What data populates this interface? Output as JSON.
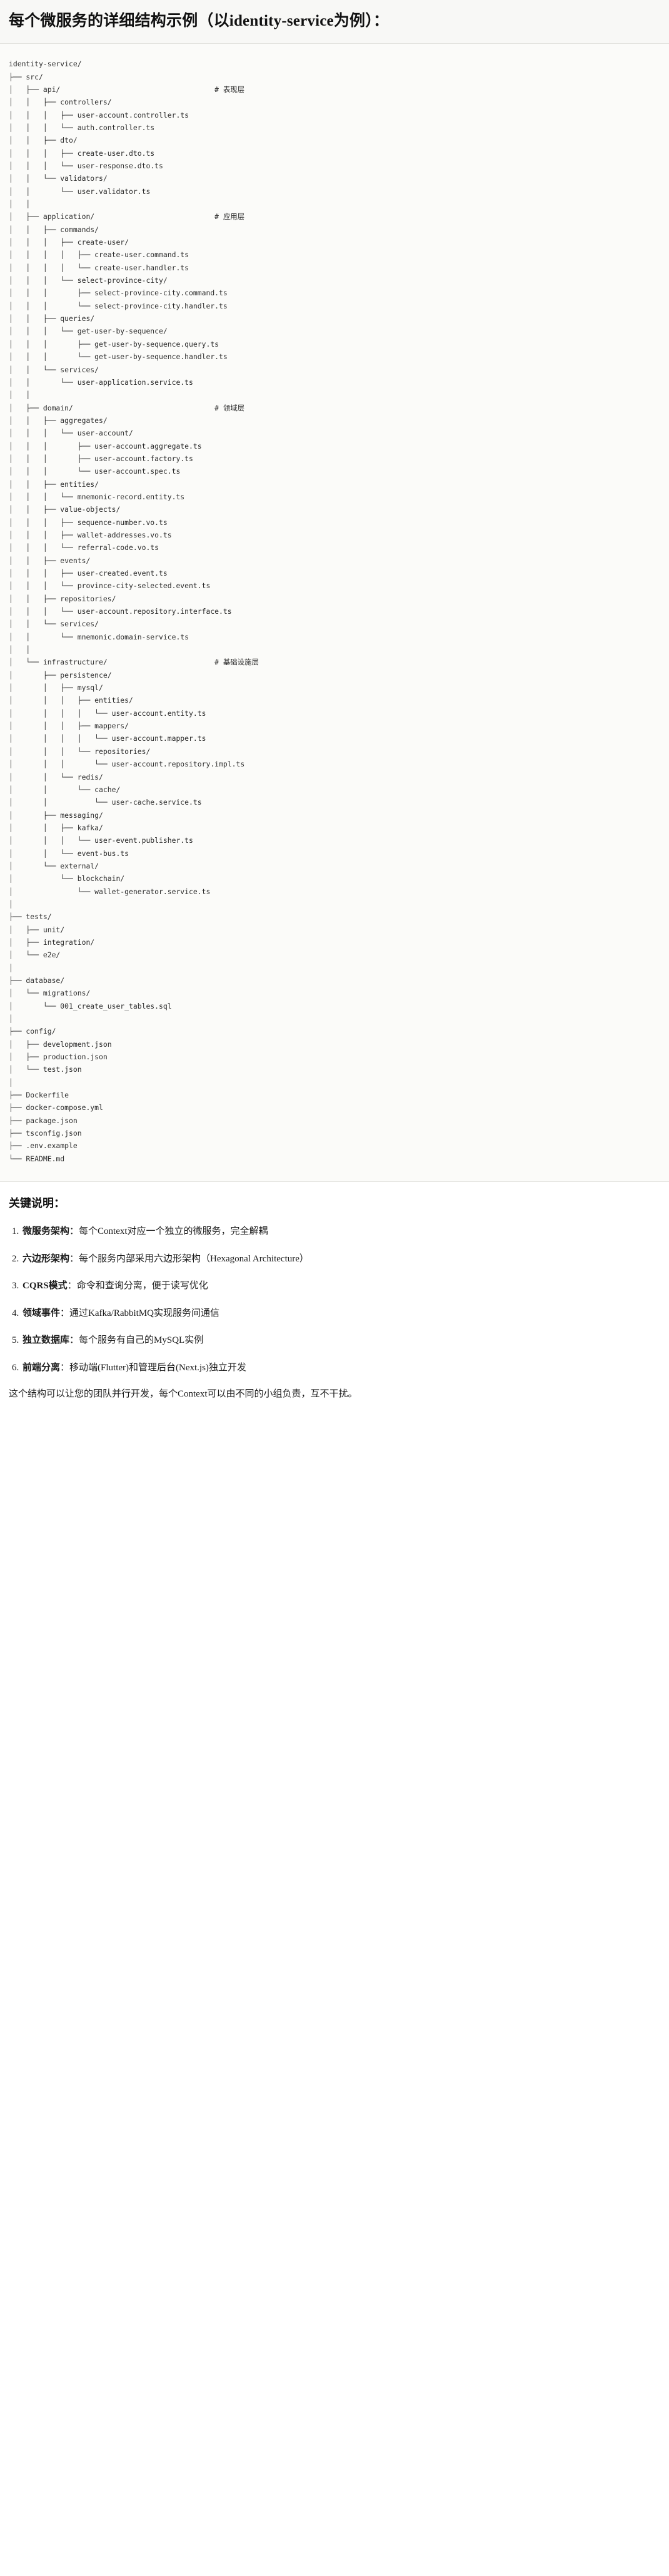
{
  "header": {
    "title": "每个微服务的详细结构示例（以identity-service为例）："
  },
  "tree": {
    "root_label": "identity-service/",
    "comment_marker": "#",
    "layer_comments": [
      "# 表现层",
      "# 应用层",
      "# 领域层",
      "# 基础设施层"
    ],
    "text": "identity-service/\n├── src/\n│   ├── api/                                    # 表现层\n│   │   ├── controllers/\n│   │   │   ├── user-account.controller.ts\n│   │   │   └── auth.controller.ts\n│   │   ├── dto/\n│   │   │   ├── create-user.dto.ts\n│   │   │   └── user-response.dto.ts\n│   │   └── validators/\n│   │       └── user.validator.ts\n│   │\n│   ├── application/                            # 应用层\n│   │   ├── commands/\n│   │   │   ├── create-user/\n│   │   │   │   ├── create-user.command.ts\n│   │   │   │   └── create-user.handler.ts\n│   │   │   └── select-province-city/\n│   │   │       ├── select-province-city.command.ts\n│   │   │       └── select-province-city.handler.ts\n│   │   ├── queries/\n│   │   │   └── get-user-by-sequence/\n│   │   │       ├── get-user-by-sequence.query.ts\n│   │   │       └── get-user-by-sequence.handler.ts\n│   │   └── services/\n│   │       └── user-application.service.ts\n│   │\n│   ├── domain/                                 # 领域层\n│   │   ├── aggregates/\n│   │   │   └── user-account/\n│   │   │       ├── user-account.aggregate.ts\n│   │   │       ├── user-account.factory.ts\n│   │   │       └── user-account.spec.ts\n│   │   ├── entities/\n│   │   │   └── mnemonic-record.entity.ts\n│   │   ├── value-objects/\n│   │   │   ├── sequence-number.vo.ts\n│   │   │   ├── wallet-addresses.vo.ts\n│   │   │   └── referral-code.vo.ts\n│   │   ├── events/\n│   │   │   ├── user-created.event.ts\n│   │   │   └── province-city-selected.event.ts\n│   │   ├── repositories/\n│   │   │   └── user-account.repository.interface.ts\n│   │   └── services/\n│   │       └── mnemonic.domain-service.ts\n│   │\n│   └── infrastructure/                         # 基础设施层\n│       ├── persistence/\n│       │   ├── mysql/\n│       │   │   ├── entities/\n│       │   │   │   └── user-account.entity.ts\n│       │   │   ├── mappers/\n│       │   │   │   └── user-account.mapper.ts\n│       │   │   └── repositories/\n│       │   │       └── user-account.repository.impl.ts\n│       │   └── redis/\n│       │       └── cache/\n│       │           └── user-cache.service.ts\n│       ├── messaging/\n│       │   ├── kafka/\n│       │   │   └── user-event.publisher.ts\n│       │   └── event-bus.ts\n│       └── external/\n│           └── blockchain/\n│               └── wallet-generator.service.ts\n│\n├── tests/\n│   ├── unit/\n│   ├── integration/\n│   └── e2e/\n│\n├── database/\n│   └── migrations/\n│       └── 001_create_user_tables.sql\n│\n├── config/\n│   ├── development.json\n│   ├── production.json\n│   └── test.json\n│\n├── Dockerfile\n├── docker-compose.yml\n├── package.json\n├── tsconfig.json\n├── .env.example\n└── README.md"
  },
  "notes": {
    "title": "关键说明：",
    "separator": "：",
    "items": [
      {
        "term": "微服务架构",
        "text": "每个Context对应一个独立的微服务，完全解耦"
      },
      {
        "term": "六边形架构",
        "text": "每个服务内部采用六边形架构（Hexagonal Architecture）"
      },
      {
        "term": "CQRS模式",
        "text": "命令和查询分离，便于读写优化"
      },
      {
        "term": "领域事件",
        "text": "通过Kafka/RabbitMQ实现服务间通信"
      },
      {
        "term": "独立数据库",
        "text": "每个服务有自己的MySQL实例"
      },
      {
        "term": "前端分离",
        "text": "移动端(Flutter)和管理后台(Next.js)独立开发"
      }
    ],
    "closing": "这个结构可以让您的团队并行开发，每个Context可以由不同的小组负责，互不干扰。"
  }
}
